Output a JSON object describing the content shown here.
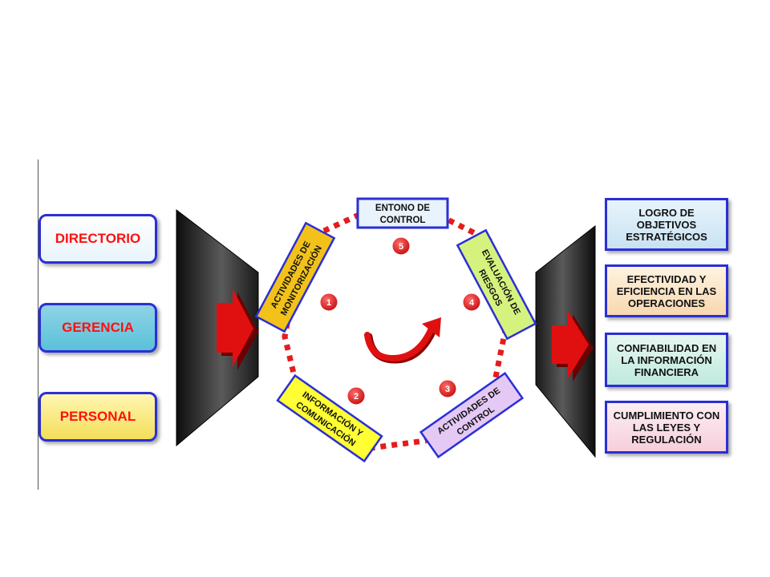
{
  "left_boxes": [
    "DIRECTORIO",
    "GERENCIA",
    "PERSONAL"
  ],
  "right_boxes": [
    "LOGRO DE OBJETIVOS ESTRATÉGICOS",
    "EFECTIVIDAD Y EFICIENCIA EN LAS OPERACIONES",
    "CONFIABILIDAD EN LA INFORMACIÓN FINANCIERA",
    "CUMPLIMIENTO CON LAS LEYES Y REGULACIÓN"
  ],
  "components": {
    "entorno": [
      "ENTONO DE",
      "CONTROL"
    ],
    "monitorizacion": [
      "ACTIVIDADES DE",
      "MONITORIZACIÓN"
    ],
    "evaluacion": [
      "EVALUACIÓN DE",
      "RIESGOS"
    ],
    "informacion": [
      "INFORMACIÓN Y",
      "COMUNICACIÓN"
    ],
    "control": [
      "ACTIVIDADES DE",
      "CONTROL"
    ]
  },
  "numbers": [
    "1",
    "2",
    "3",
    "4",
    "5"
  ],
  "colors": {
    "border_blue": "#2a2fd6",
    "arrow_red": "#e01010",
    "dot_red": "#e51c1c",
    "monitor_yellow": "#f2c21a",
    "eval_green": "#d6f27e",
    "info_yellow": "#ffff33",
    "control_lilac": "#e5c9f5"
  }
}
